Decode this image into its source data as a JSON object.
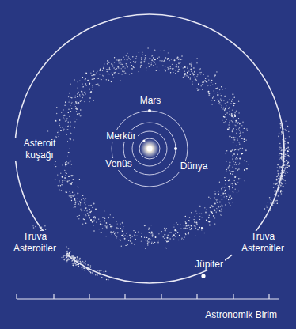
{
  "diagram": {
    "labels": [
      "Mars",
      "Merkür",
      "Asteroit kuşağı",
      "Venüs",
      "Dünya",
      "Truva Asteroitler",
      "Jüpiter",
      "Truva Asteroitler",
      "Astronomik Birim"
    ]
  }
}
